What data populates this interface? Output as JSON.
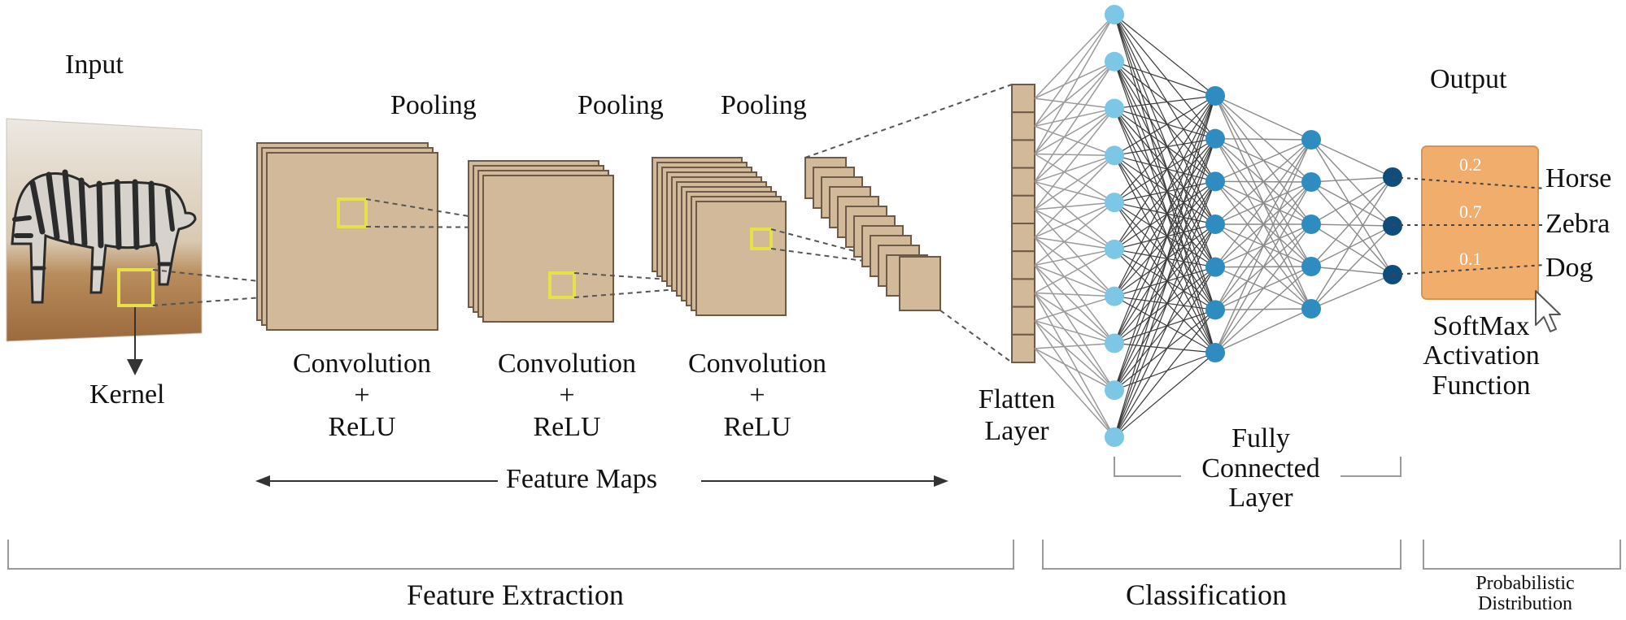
{
  "labels": {
    "input": "Input",
    "kernel": "Kernel",
    "pooling": [
      "Pooling",
      "Pooling",
      "Pooling"
    ],
    "convolution": [
      "Convolution",
      "Convolution",
      "Convolution"
    ],
    "plus": [
      "+",
      "+",
      "+"
    ],
    "relu": [
      "ReLU",
      "ReLU",
      "ReLU"
    ],
    "feature_maps": "Feature Maps",
    "flatten": [
      "Flatten",
      "Layer"
    ],
    "fully_connected": [
      "Fully",
      "Connected",
      "Layer"
    ],
    "output": "Output",
    "softmax": [
      "SoftMax",
      "Activation",
      "Function"
    ],
    "classes": [
      "Horse",
      "Zebra",
      "Dog"
    ],
    "probabilities": [
      "0.2",
      "0.7",
      "0.1"
    ],
    "sections": {
      "feature_extraction": "Feature Extraction",
      "classification": "Classification",
      "probabilistic": [
        "Probabilistic",
        "Distribution"
      ]
    }
  },
  "colors": {
    "map_fill": "#d2b99a",
    "map_edge": "#6e5a48",
    "kernel": "#e8e04a",
    "node_light": "#7cc6e6",
    "node_mid": "#2f8cc0",
    "node_dark": "#0f4e7a",
    "softmax_box": "#f1ad6c"
  },
  "network": {
    "layer_sizes": [
      10,
      7,
      5,
      3
    ]
  }
}
